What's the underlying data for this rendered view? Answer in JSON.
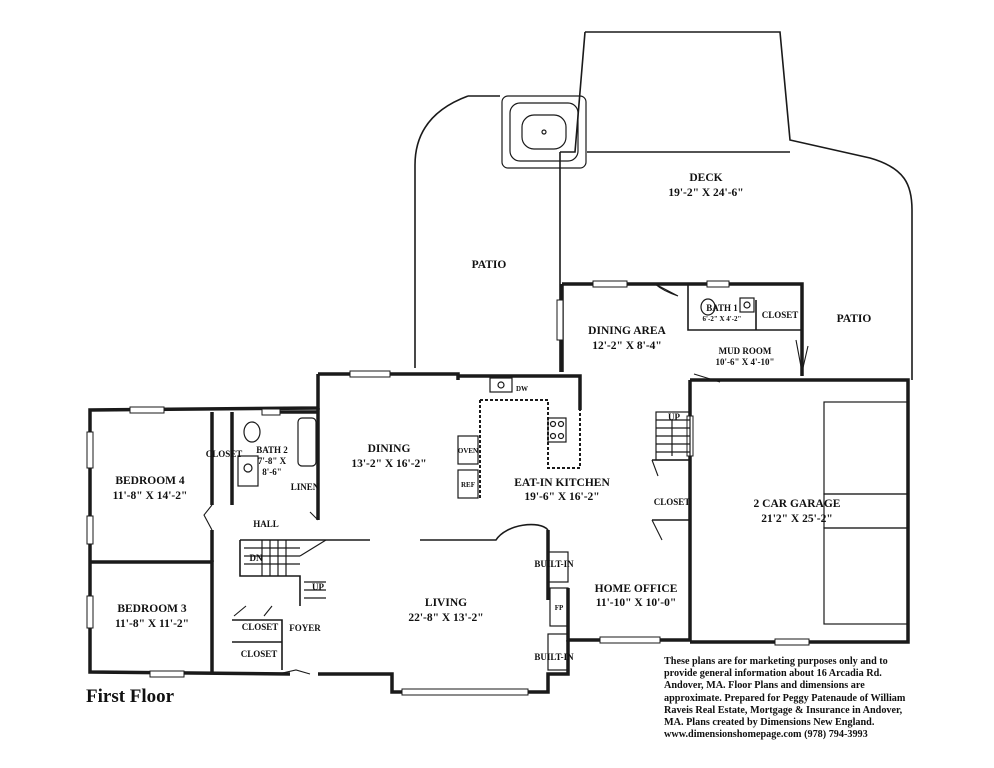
{
  "floor_title": "First Floor",
  "rooms": {
    "deck": {
      "name": "DECK",
      "dims": "19'-2\" X 24'-6\""
    },
    "patio_left": {
      "name": "PATIO"
    },
    "patio_right": {
      "name": "PATIO"
    },
    "dining_area": {
      "name": "DINING AREA",
      "dims": "12'-2\" X 8'-4\""
    },
    "bath1": {
      "name": "BATH 1",
      "dims": "6'-2\" X 4'-2\""
    },
    "closet_mud": {
      "name": "CLOSET"
    },
    "mud_room": {
      "name": "MUD ROOM",
      "dims": "10'-6\" X 4'-10\""
    },
    "dining": {
      "name": "DINING",
      "dims": "13'-2\" X 16'-2\""
    },
    "kitchen": {
      "name": "EAT-IN KITCHEN",
      "dims": "19'-6\" X 16'-2\""
    },
    "bedroom4": {
      "name": "BEDROOM 4",
      "dims": "11'-8\" X 14'-2\""
    },
    "closet_b4": {
      "name": "CLOSET"
    },
    "bath2": {
      "name": "BATH 2",
      "dims_1": "7'-8\" X",
      "dims_2": "8'-6\""
    },
    "linen": {
      "name": "LINEN"
    },
    "hall": {
      "name": "HALL"
    },
    "garage": {
      "name": "2 CAR GARAGE",
      "dims": "21'2\" X 25'-2\""
    },
    "closet_office": {
      "name": "CLOSET"
    },
    "home_office": {
      "name": "HOME OFFICE",
      "dims": "11'-10\" X 10'-0\""
    },
    "bedroom3": {
      "name": "BEDROOM 3",
      "dims": "11'-8\" X 11'-2\""
    },
    "closet_foyer": {
      "name": "CLOSET"
    },
    "foyer": {
      "name": "FOYER"
    },
    "closet_b3": {
      "name": "CLOSET"
    },
    "living": {
      "name": "LIVING",
      "dims": "22'-8\" X 13'-2\""
    }
  },
  "fixtures": {
    "dw": "DW",
    "oven": "OVEN",
    "ref": "REF",
    "up_garage": "UP",
    "dn": "DN",
    "up_foyer": "UP",
    "built_in_top": "BUILT-IN",
    "built_in_bottom": "BUILT-IN",
    "fp": "FP"
  },
  "disclaimer_lines": [
    "These plans are for marketing purposes only and to",
    "provide general information about 16 Arcadia Rd.",
    "Andover, MA.  Floor Plans and dimensions are",
    "approximate.  Prepared for Peggy Patenaude of William",
    "Raveis Real Estate, Mortgage & Insurance in Andover,",
    "MA.  Plans created by Dimensions New England.",
    "www.dimensionshomepage.com  (978) 794-3993"
  ]
}
